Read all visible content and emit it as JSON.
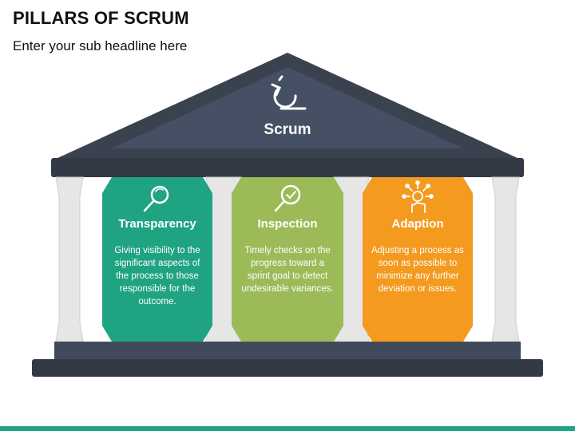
{
  "header": {
    "title": "PILLARS OF SCRUM",
    "subtitle": "Enter your sub headline here"
  },
  "roof": {
    "label": "Scrum",
    "icon": "scrum-cycle-icon"
  },
  "pillars": [
    {
      "title": "Transparency",
      "description": "Giving visibility to the significant aspects of the process to those responsible for the outcome.",
      "icon": "magnifier-icon",
      "color": "#1fa383"
    },
    {
      "title": "Inspection",
      "description": "Timely checks on the progress toward a sprint goal to detect undesirable variances.",
      "icon": "magnifier-check-icon",
      "color": "#9bbb59"
    },
    {
      "title": "Adaption",
      "description": "Adjusting a process as soon as possible to minimize any further deviation or issues.",
      "icon": "hand-network-icon",
      "color": "#f39a1f"
    }
  ],
  "colors": {
    "roof_dark": "#3a4250",
    "roof_mid": "#414a5b",
    "column": "#e6e6e6",
    "column_shade": "#cfcfcf",
    "accent_bar": "#1fa383"
  }
}
